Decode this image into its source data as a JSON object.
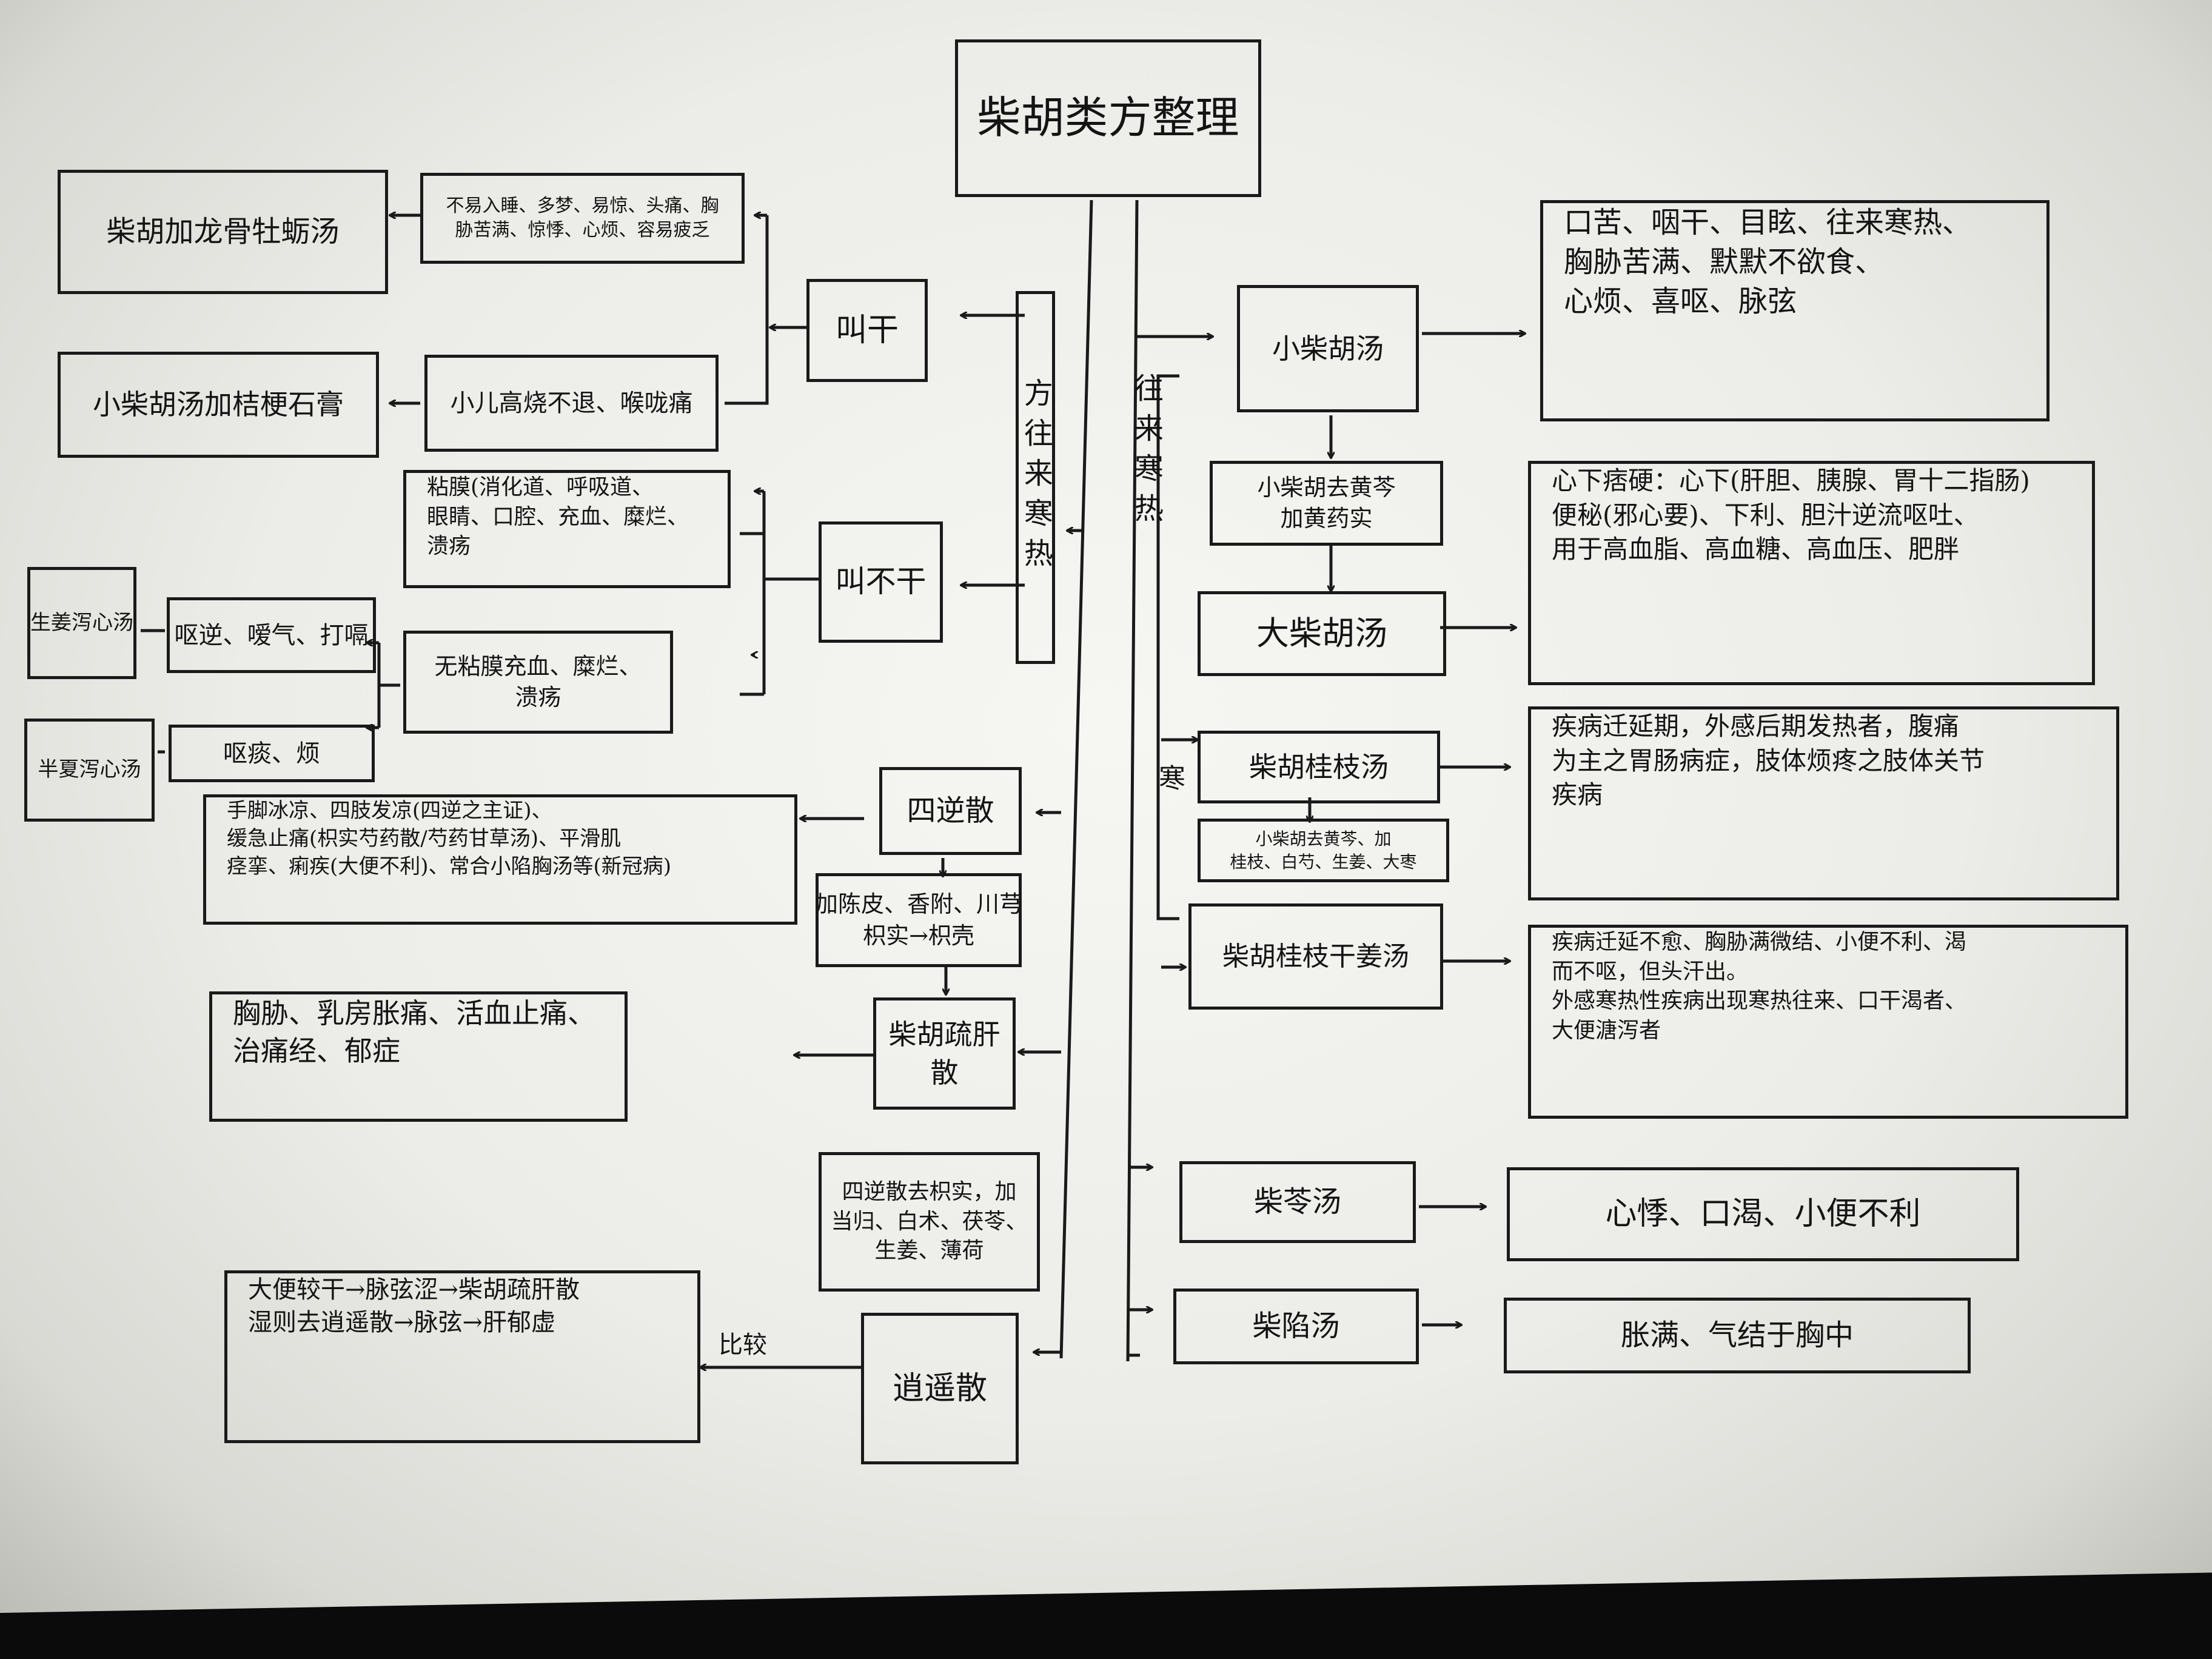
{
  "title": "柴胡类方整理",
  "axis_left": "方往来寒热",
  "axis_right": "往来寒热",
  "axis_right_small": "寒",
  "yang": "叫干",
  "yin": "叫不干",
  "left_nodes": {
    "jiaLongGu": "柴胡加龙骨牡蛎汤",
    "jiaLongGu_sym": [
      "不易入睡、多梦、易惊、头痛、胸",
      "胁苦满、惊悸、心烦、容易疲乏"
    ],
    "jieGeng": "小柴胡汤加桔梗石膏",
    "jieGeng_sym": "小儿高烧不退、喉咙痛",
    "nian_sym": [
      "粘膜(消化道、呼吸道、",
      "眼睛、口腔、充血、糜烂、",
      "溃疡"
    ],
    "shengjiang": "生姜泻心汤",
    "ouni": "呕逆、嗳气、打嗝",
    "banxia": "半夏泻心汤",
    "outan": "呕痰、烦",
    "wunian_sym": [
      "无粘膜充血、糜烂、",
      "溃疡"
    ]
  },
  "sini": {
    "name": "四逆散",
    "desc": [
      "手脚冰凉、四肢发凉(四逆之主证)、",
      "缓急止痛(枳实芍药散/芍药甘草汤)、平滑肌",
      "痉挛、痢疾(大便不利)、常合小陷胸汤等(新冠病)"
    ],
    "jia": [
      "加陈皮、香附、川芎",
      "枳实→枳壳"
    ]
  },
  "chaihushugan": {
    "name": "柴胡疏肝散",
    "desc": [
      "胸胁、乳房胀痛、活血止痛、",
      "治痛经、郁症"
    ]
  },
  "xiaoyao": {
    "name": "逍遥散",
    "jia": [
      "四逆散去枳实，加",
      "当归、白术、茯苓、",
      "生姜、薄荷"
    ],
    "compare": "比较",
    "desc": [
      "大便较干→脉弦涩→柴胡疏肝散",
      "湿则去逍遥散→脉弦→肝郁虚"
    ]
  },
  "right_nodes": {
    "xiao": "小柴胡汤",
    "xiao_sym": [
      "口苦、咽干、目眩、往来寒热、",
      "胸胁苦满、默默不欲食、",
      "心烦、喜呕、脉弦"
    ],
    "xiaoPlus": [
      "小柴胡去黄芩",
      "加黄药实"
    ],
    "da": "大柴胡汤",
    "da_sym": [
      "心下痞硬：心下(肝胆、胰腺、胃十二指肠)",
      "便秘(邪心要)、下利、胆汁逆流呕吐、",
      "用于高血脂、高血糖、高血压、肥胖"
    ],
    "guizhi": "柴胡桂枝汤",
    "guizhi_sub": [
      "小柴胡去黄芩、加",
      "桂枝、白芍、生姜、大枣"
    ],
    "guizhi_sym": [
      "疾病迁延期，外感后期发热者，腹痛",
      "为主之胃肠病症，肢体烦疼之肢体关节",
      "疾病"
    ],
    "gan": "柴胡桂枝干姜汤",
    "gan_sym": [
      "疾病迁延不愈、胸胁满微结、小便不利、渴",
      "而不呕，但头汗出。",
      "外感寒热性疾病出现寒热往来、口干渴者、",
      "大便溏泻者"
    ],
    "ling": "柴苓汤",
    "ling_sym": "心悸、口渴、小便不利",
    "xian": "柴陷汤",
    "xian_sym": "胀满、气结于胸中"
  }
}
